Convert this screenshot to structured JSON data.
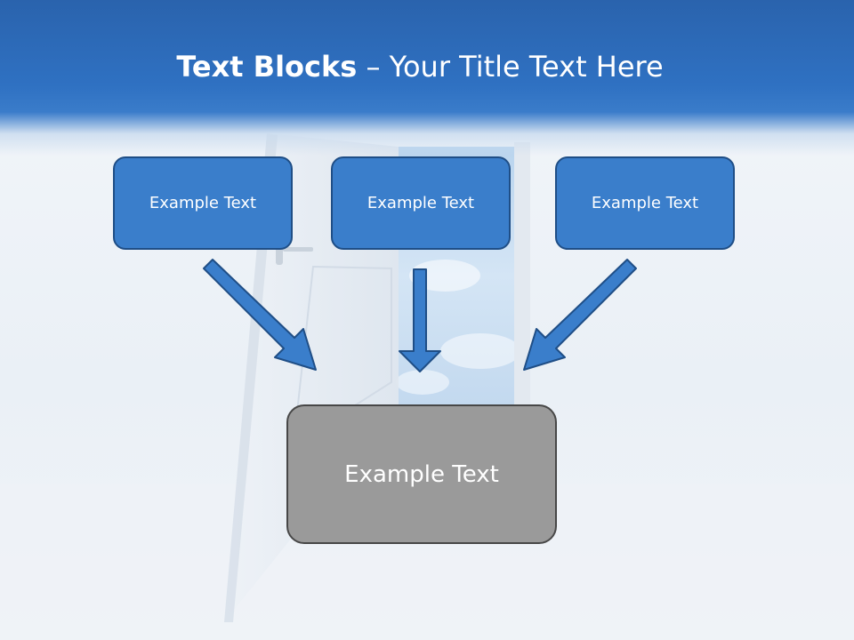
{
  "title": {
    "bold": "Text Blocks",
    "separator": " – ",
    "rest": "Your Title Text Here"
  },
  "blocks": [
    {
      "label": "Example Text"
    },
    {
      "label": "Example Text"
    },
    {
      "label": "Example Text"
    }
  ],
  "result_block": {
    "label": "Example Text"
  },
  "colors": {
    "title_band": "#2f71c2",
    "block_fill": "#3a7ecb",
    "block_border": "#1f4e86",
    "arrow_fill": "#3a7ecb",
    "result_fill": "#9a9a9a",
    "result_border": "#474747"
  }
}
